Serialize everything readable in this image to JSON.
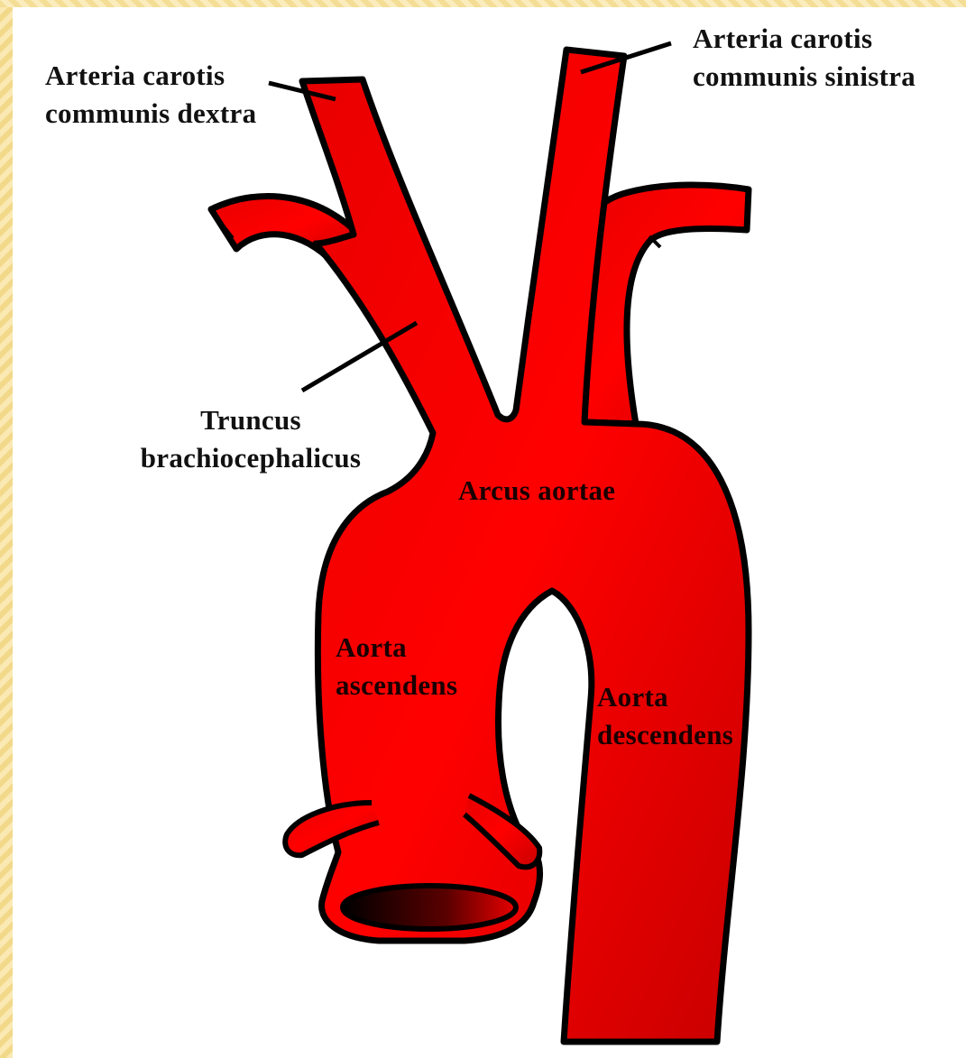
{
  "labels": {
    "carotis_dextra": [
      "Arteria carotis",
      "communis dextra"
    ],
    "carotis_sinistra": [
      "Arteria carotis",
      "communis sinistra"
    ],
    "truncus": [
      "Truncus",
      "brachiocephalicus"
    ],
    "arcus": "Arcus aortae",
    "ascendens": [
      "Aorta",
      "ascendens"
    ],
    "descendens": [
      "Aorta",
      "descendens"
    ]
  },
  "colors": {
    "vessel": "#e00000",
    "vessel_dark": "#c40000",
    "outline": "#000000",
    "background": "#ffffff",
    "frame": "#fbefc6"
  }
}
